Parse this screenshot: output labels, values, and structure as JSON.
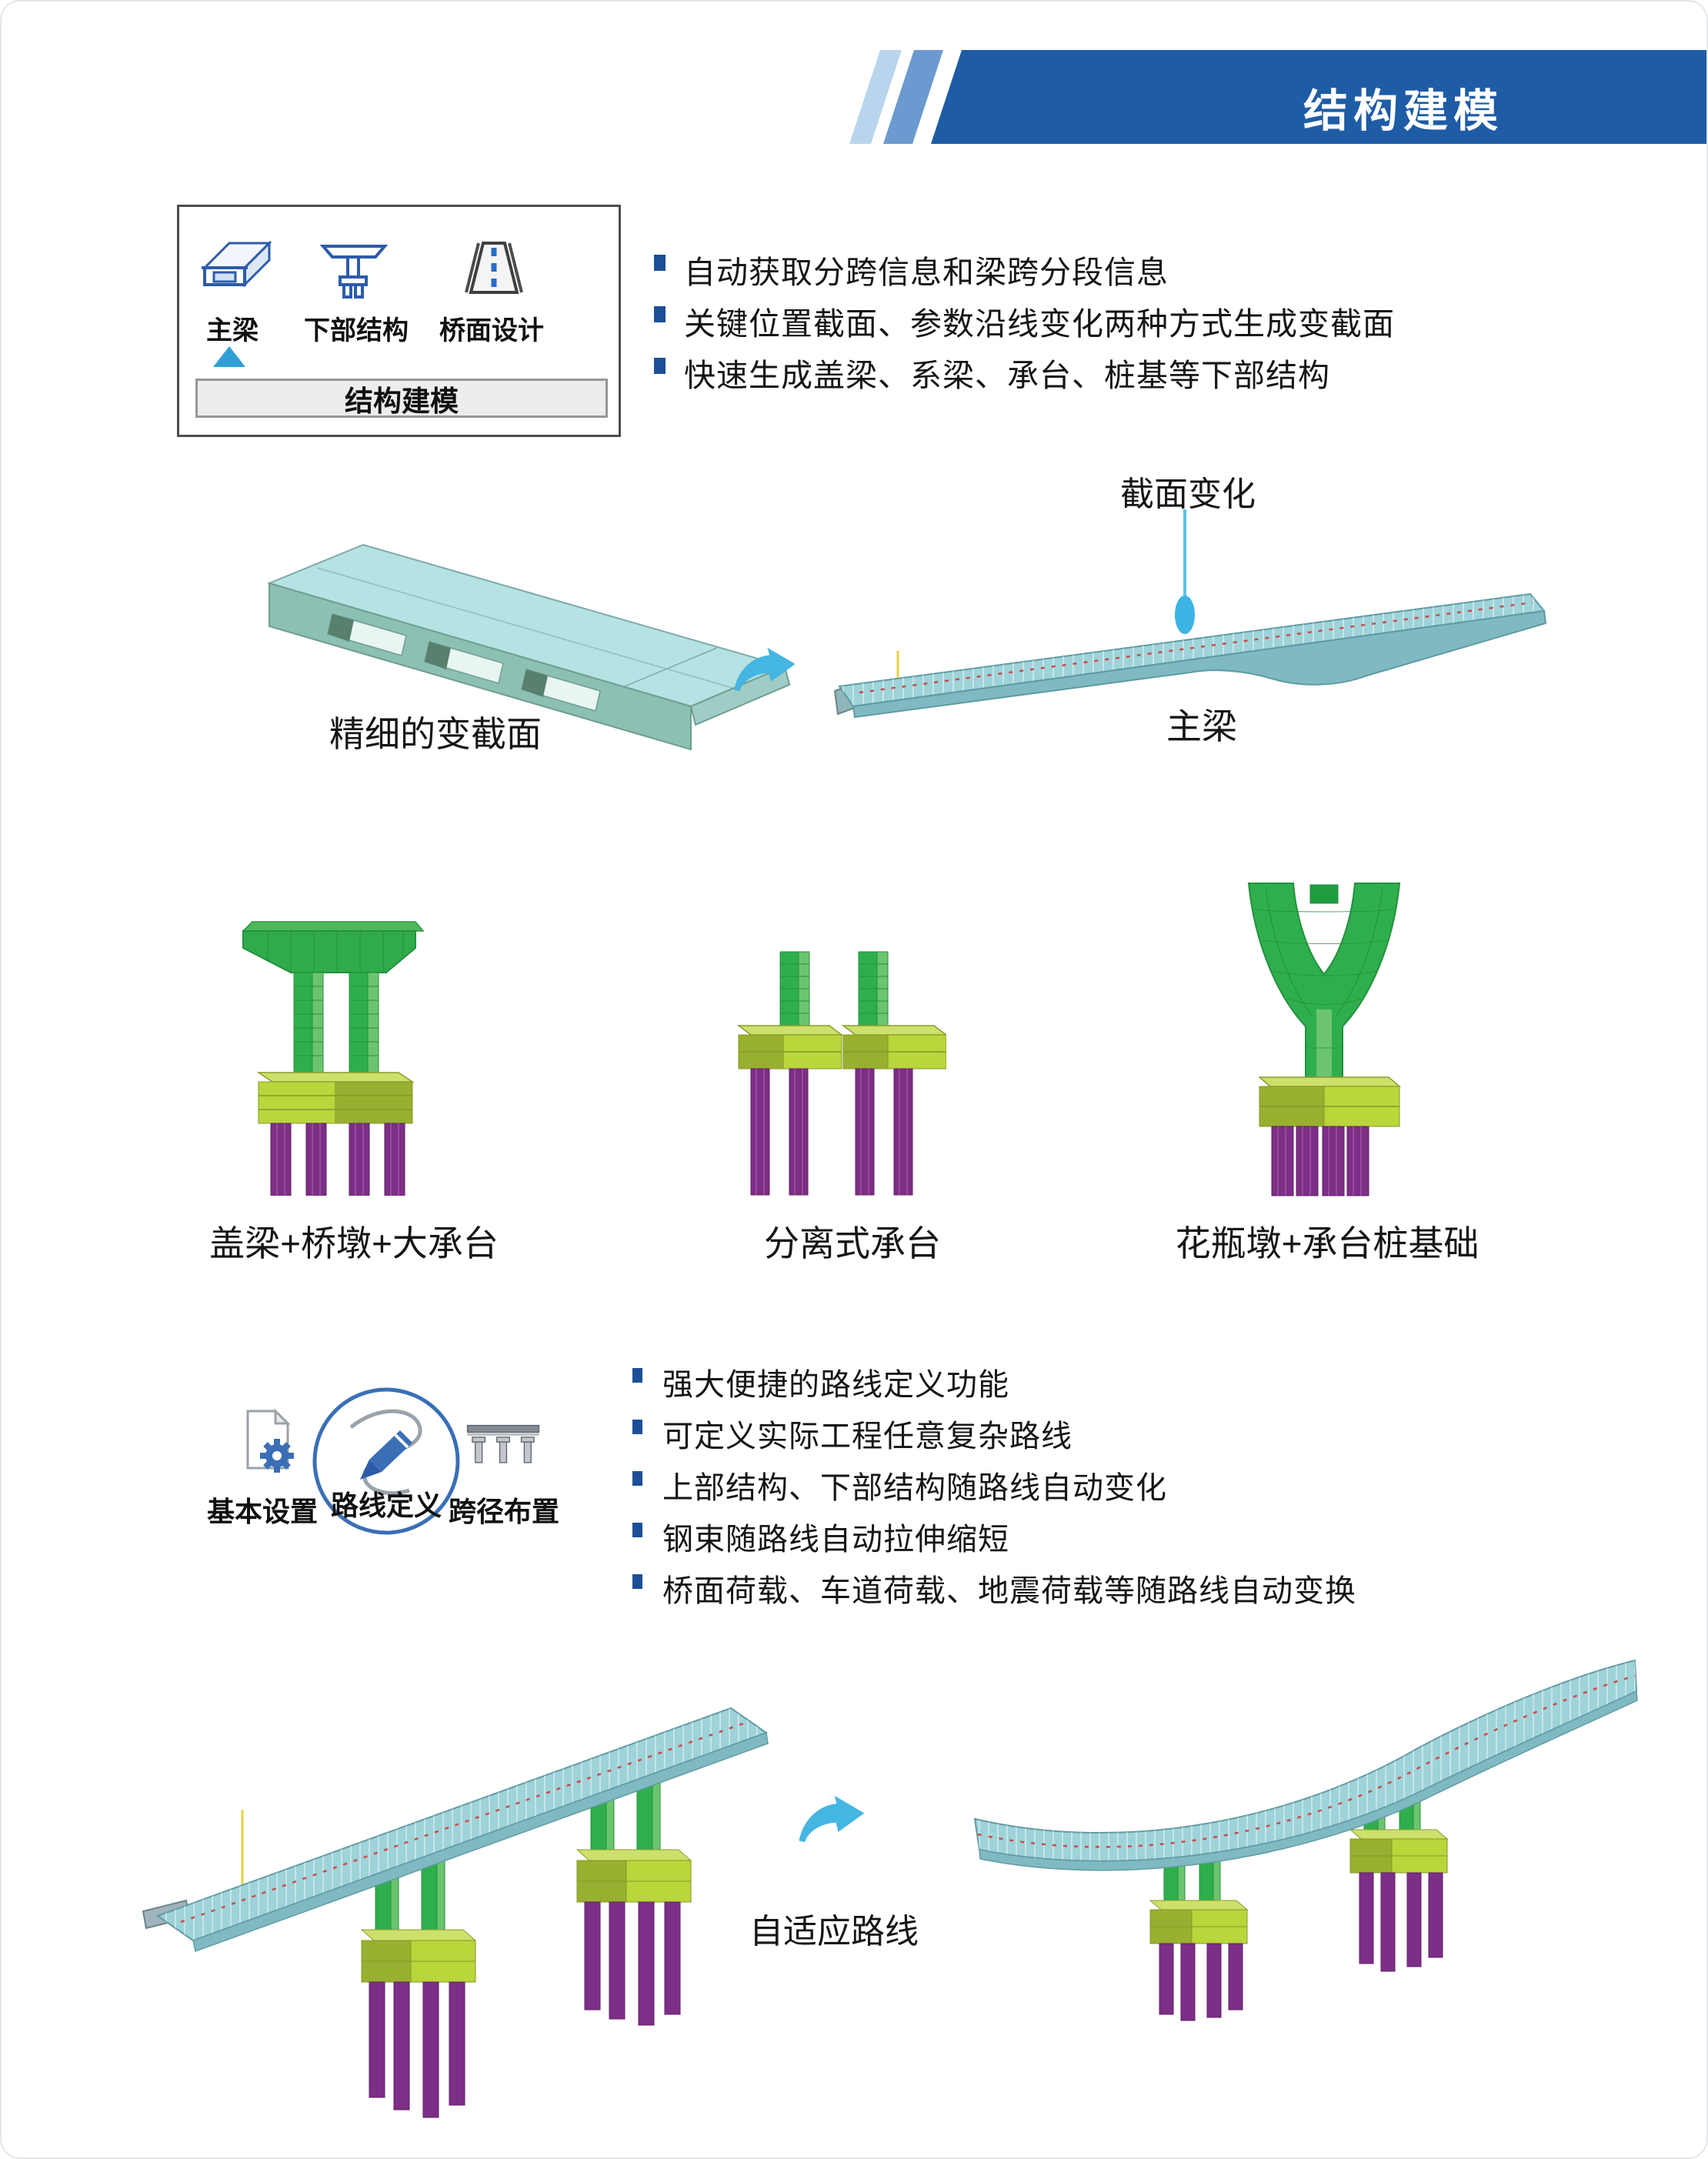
{
  "header": {
    "title": "结构建模"
  },
  "toolbox": {
    "items": [
      {
        "label": "主梁"
      },
      {
        "label": "下部结构"
      },
      {
        "label": "桥面设计"
      }
    ],
    "active_item": "主梁",
    "group_label": "结构建模"
  },
  "features_top": {
    "bullets": [
      "自动获取分跨信息和梁跨分段信息",
      "关键位置截面、参数沿线变化两种方式生成变截面",
      "快速生成盖梁、系梁、承台、桩基等下部结构"
    ]
  },
  "girder_section": {
    "callout": "截面变化",
    "left_caption": "精细的变截面",
    "right_caption": "主梁"
  },
  "piers_section": {
    "items": [
      {
        "caption": "盖梁+桥墩+大承台"
      },
      {
        "caption": "分离式承台"
      },
      {
        "caption": "花瓶墩+承台桩基础"
      }
    ]
  },
  "route_toolbox": {
    "items": [
      {
        "label": "基本设置"
      },
      {
        "label": "路线定义"
      },
      {
        "label": "跨径布置"
      }
    ]
  },
  "features_route": {
    "bullets": [
      "强大便捷的路线定义功能",
      "可定义实际工程任意复杂路线",
      "上部结构、下部结构随路线自动变化",
      "钢束随路线自动拉伸缩短",
      "桥面荷载、车道荷载、地震荷载等随路线自动变换"
    ]
  },
  "adaptive_section": {
    "caption": "自适应路线"
  },
  "colors": {
    "banner_blue": "#1e5ca6",
    "stripe_light": "#b9d5ee",
    "stripe_medium": "#6b9ad0",
    "bullet_blue": "#1d4f96",
    "accent_cyan": "#2da0d8",
    "deck_teal": "#9ed3d9",
    "pier_green": "#2fae4e",
    "cap_yellow_green": "#b9d63b",
    "pile_purple": "#7d2e86"
  }
}
